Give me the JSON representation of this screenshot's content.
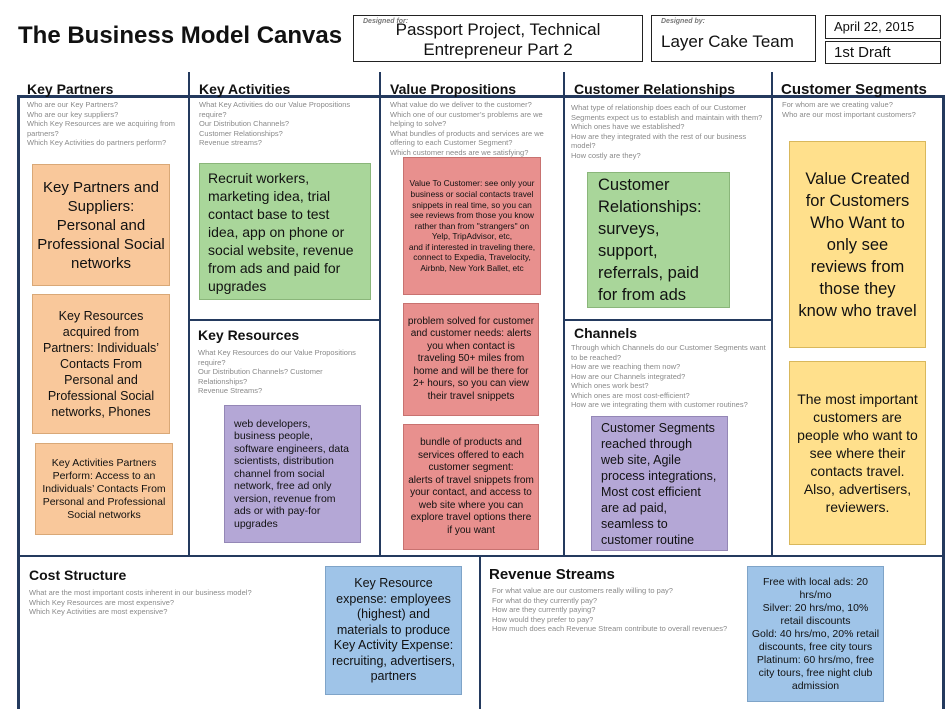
{
  "header": {
    "title": "The Business Model Canvas",
    "designed_for_label": "Designed for:",
    "designed_for_value": "Passport Project, Technical Entrepreneur Part 2",
    "designed_by_label": "Designed by:",
    "designed_by_value": "Layer Cake Team",
    "date": "April 22, 2015",
    "version": "1st Draft"
  },
  "key_partners": {
    "title": "Key Partners",
    "questions": "Who are our Key Partners?\nWho are our key suppliers?\nWhich Key Resources are we acquiring from partners?\nWhich Key Activities do partners perform?",
    "notes": [
      "Key Partners and Suppliers: Personal and Professional Social networks",
      "Key Resources acquired from Partners: Individuals’ Contacts From Personal and Professional Social networks, Phones",
      "Key Activities Partners Perform: Access to an Individuals’ Contacts From Personal and Professional Social networks"
    ]
  },
  "key_activities": {
    "title": "Key Activities",
    "questions": "What Key Activities do our Value Propositions require?\nOur Distribution Channels?\nCustomer Relationships?\nRevenue streams?",
    "notes": [
      "Recruit workers, marketing idea, trial contact base to test idea, app on phone or social website, revenue from ads and paid for upgrades"
    ]
  },
  "key_resources": {
    "title": "Key Resources",
    "questions": "What Key Resources do our Value Propositions require?\nOur Distribution Channels? Customer Relationships?\nRevenue Streams?",
    "notes": [
      "web developers, business people, software engineers, data scientists, distribution channel from social network, free ad only version, revenue from ads or with pay-for upgrades"
    ]
  },
  "value_propositions": {
    "title": "Value Propositions",
    "questions": "What value do we deliver to the customer?\nWhich one of our customer’s problems are we helping to solve?\nWhat bundles of products and services are we offering to each Customer Segment?\nWhich customer needs are we satisfying?",
    "notes": [
      "Value To Customer: see only your business or social contacts travel snippets in real time, so you can see reviews from those you know rather than from \"strangers\" on Yelp, TripAdvisor, etc,\nand if interested in traveling there, connect to Expedia, Travelocity, Airbnb, New York Ballet, etc",
      "problem solved for customer and customer needs: alerts you when contact is traveling 50+ miles from home and will be there for 2+ hours, so you can view their travel snippets",
      "bundle of products and services offered to each customer segment:\nalerts of travel snippets from your contact, and access to web site where you can explore travel options there if you want"
    ]
  },
  "customer_relationships": {
    "title": "Customer Relationships",
    "questions": "What type of relationship does each of our Customer Segments expect us to establish and maintain with them?\nWhich ones have we established?\nHow are they integrated with the rest of our business model?\nHow costly are they?",
    "notes": [
      "Customer Relationships: surveys, support, referrals, paid for from ads"
    ]
  },
  "channels": {
    "title": "Channels",
    "questions": "Through which Channels do our Customer Segments want to be reached?\nHow are we reaching them now?\nHow are our Channels integrated?\nWhich ones work best?\nWhich ones are most cost-efficient?\nHow are we integrating them with customer routines?",
    "notes": [
      "Customer Segments reached through web site, Agile process integrations, Most cost efficient are ad paid, seamless to customer routine"
    ]
  },
  "customer_segments": {
    "title": "Customer Segments",
    "questions": "For whom are we creating value?\nWho are our most important customers?",
    "notes": [
      "Value Created for Customers Who Want to only see reviews from those they know who travel",
      "The most important customers are people who want to see where their contacts travel. Also, advertisers, reviewers."
    ]
  },
  "cost_structure": {
    "title": "Cost Structure",
    "questions": "What are the most important costs inherent in our business model?\nWhich Key Resources are most expensive?\nWhich Key Activities are most expensive?",
    "notes": [
      "Key Resource expense: employees (highest) and materials to produce Key Activity Expense: recruiting, advertisers, partners"
    ]
  },
  "revenue_streams": {
    "title": "Revenue Streams",
    "questions": "For what value are our customers really willing to pay?\nFor what do they currently pay?\nHow are they currently paying?\nHow would they prefer to pay?\nHow much does each Revenue Stream contribute to overall revenues?",
    "notes": [
      "Free with local ads: 20 hrs/mo\nSilver: 20 hrs/mo, 10% retail discounts\nGold: 40 hrs/mo, 20% retail discounts, free city tours\nPlatinum: 60 hrs/mo, free city tours, free night club admission"
    ]
  }
}
